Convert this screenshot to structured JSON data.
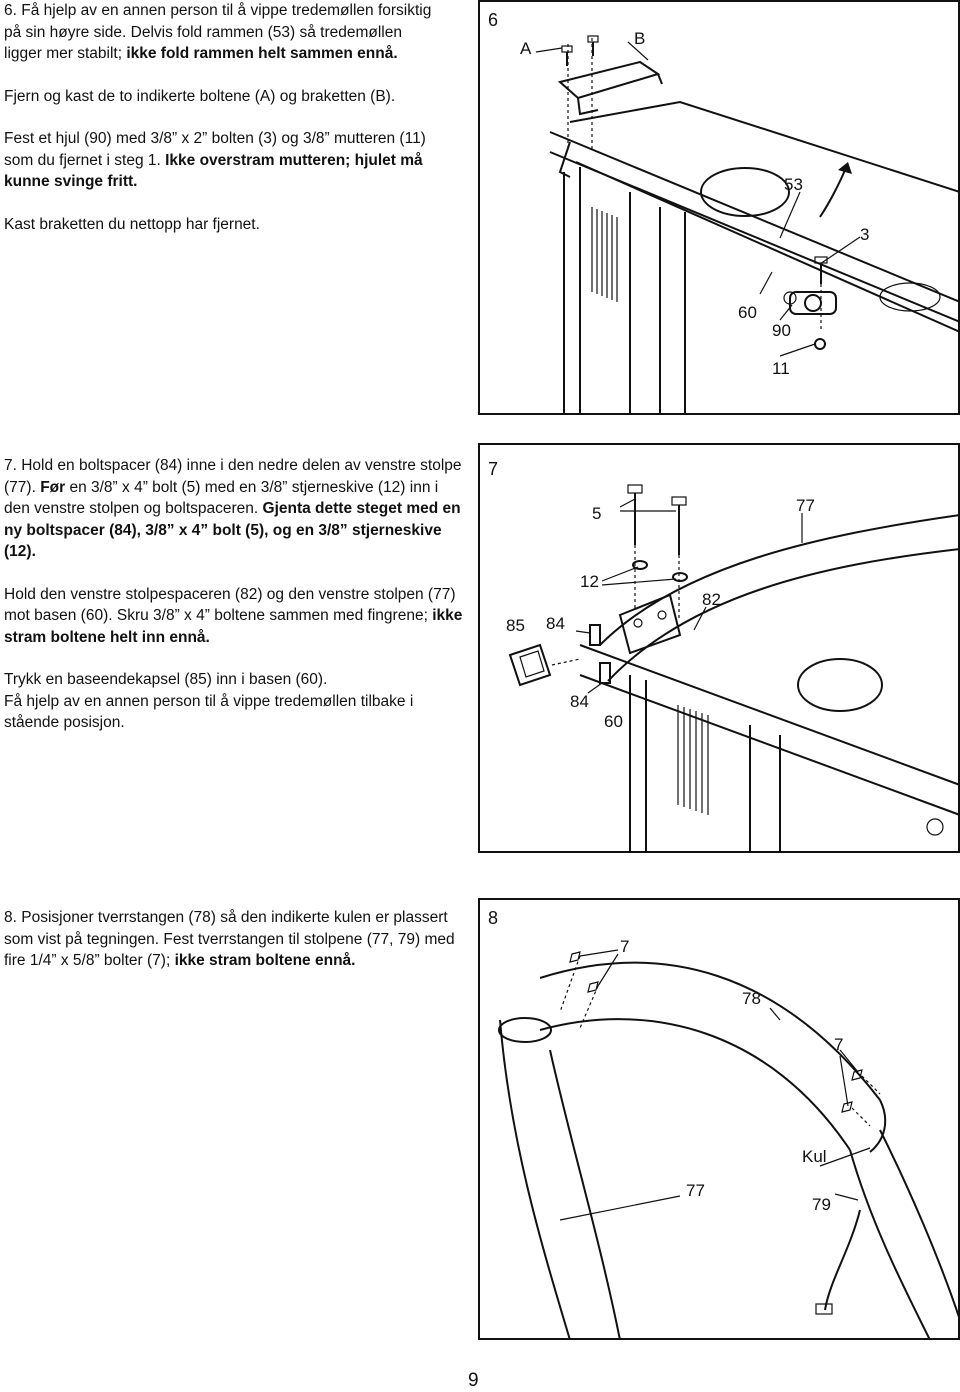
{
  "step6": {
    "title_pre": "6. Få hjelp av en annen person til å vippe tredemøllen forsiktig på sin høyre side. Delvis fold rammen (53) så tredemøllen ligger mer stabilt; ",
    "title_bold": "ikke fold rammen helt sammen ennå.",
    "p2": "Fjern og kast de to indikerte boltene (A) og braketten (B).",
    "p3_pre": "Fest et hjul (90) med 3/8” x 2” bolten (3) og  3/8” mutteren (11) som du fjernet i steg 1. ",
    "p3_bold": "Ikke overstram mutteren; hjulet må kunne svinge fritt.",
    "p4": "Kast braketten du nettopp har fjernet.",
    "figure": {
      "number": "6",
      "labels": {
        "A": "A",
        "B": "B",
        "l53": "53",
        "l3": "3",
        "l60": "60",
        "l90": "90",
        "l11": "11"
      }
    }
  },
  "step7": {
    "p1_pre": "7. Hold en boltspacer (84) inne i den nedre delen av venstre stolpe (77). ",
    "p1_bold1": "Før",
    "p1_mid": " en 3/8” x 4” bolt (5) med en  3/8” stjerneskive (12) inn i den venstre stolpen og boltspaceren. ",
    "p1_bold2": "Gjenta dette steget med en ny boltspacer (84), 3/8” x 4” bolt (5), og en 3/8” stjerneskive (12).",
    "p2_pre": "Hold den venstre stolpespaceren (82) og den venstre stolpen (77) mot basen (60). Skru 3/8” x 4” boltene sammen med fingrene; ",
    "p2_bold": "ikke stram boltene helt inn ennå.",
    "p3": "Trykk en baseendekapsel (85) inn i basen (60).",
    "p4": "Få hjelp av en annen person til å vippe tredemøllen tilbake i stående posisjon.",
    "figure": {
      "number": "7",
      "labels": {
        "l5": "5",
        "l77": "77",
        "l12": "12",
        "l82": "82",
        "l85": "85",
        "l84a": "84",
        "l84b": "84",
        "l60": "60"
      }
    }
  },
  "step8": {
    "p1_pre": "8. Posisjoner tverrstangen (78) så den indikerte kulen er plassert som vist på tegningen. Fest tverrstangen til stolpene (77, 79) med fire 1/4” x 5/8” bolter (7); ",
    "p1_bold": "ikke stram boltene ennå.",
    "figure": {
      "number": "8",
      "labels": {
        "l7a": "7",
        "l78": "78",
        "l7b": "7",
        "kul": "Kul",
        "l77": "77",
        "l79": "79"
      }
    }
  },
  "page_number": "9"
}
